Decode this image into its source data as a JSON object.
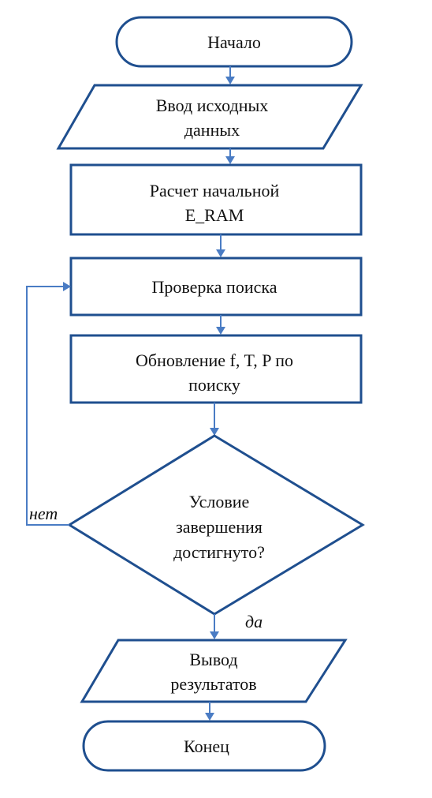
{
  "colors": {
    "shape_stroke": "#1f4f8f",
    "connector": "#4a7cc4",
    "text": "#111111",
    "background": "#ffffff"
  },
  "nodes": {
    "start": {
      "line1": "Начало"
    },
    "input": {
      "line1": "Ввод исходных",
      "line2": "данных"
    },
    "calc": {
      "line1": "Расчет начальной",
      "line2": "E_RAM"
    },
    "check": {
      "line1": "Проверка поиска"
    },
    "update": {
      "line1": "Обновление f, T, P по",
      "line2": "поиску"
    },
    "decision": {
      "line1": "Условие",
      "line2": "завершения",
      "line3": "достигнуто?"
    },
    "output": {
      "line1": "Вывод",
      "line2": "результатов"
    },
    "end": {
      "line1": "Конец"
    }
  },
  "edges": {
    "no_label": "нет",
    "yes_label": "да"
  }
}
